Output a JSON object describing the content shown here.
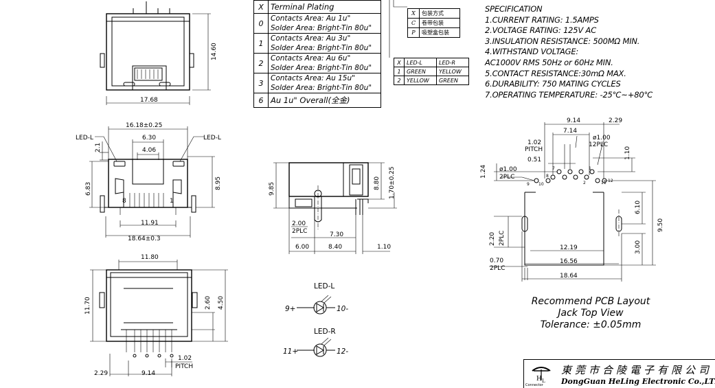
{
  "plating_table": {
    "header": {
      "code": "X",
      "label": "Terminal Plating"
    },
    "rows": [
      {
        "code": "0",
        "lines": [
          "Contacts Area: Au 1u\"",
          "Solder Area: Bright-Tin 80u\""
        ]
      },
      {
        "code": "1",
        "lines": [
          "Contacts Area: Au 3u\"",
          "Solder Area: Bright-Tin 80u\""
        ]
      },
      {
        "code": "2",
        "lines": [
          "Contacts Area: Au 6u\"",
          "Solder Area: Bright-Tin 80u\""
        ]
      },
      {
        "code": "3",
        "lines": [
          "Contacts Area: Au 15u\"",
          "Solder Area: Bright-Tin 80u\""
        ]
      },
      {
        "code": "6",
        "lines": [
          "Au 1u\" Overall(全金)"
        ]
      }
    ]
  },
  "packaging_table": {
    "rows": [
      {
        "code": "X",
        "label": "包装方式"
      },
      {
        "code": "C",
        "label": "卷带包装"
      },
      {
        "code": "P",
        "label": "吸塑盒包装"
      }
    ]
  },
  "led_table": {
    "header": [
      "X",
      "LED-L",
      "LED-R"
    ],
    "rows": [
      [
        "1",
        "GREEN",
        "YELLOW"
      ],
      [
        "2",
        "YELLOW",
        "GREEN"
      ]
    ]
  },
  "specification": {
    "title": "SPECIFICATION",
    "lines": [
      "1.CURRENT RATING: 1.5AMPS",
      "2.VOLTAGE RATING: 125V AC",
      "3.INSULATION RESISTANCE: 500MΩ MIN.",
      "4.WITHSTAND VOLTAGE:",
      "AC1000V RMS 50Hz or 60Hz MIN.",
      "5.CONTACT RESISTANCE:30mΩ MAX.",
      "6.DURABILITY: 750 MATING CYCLES",
      "7.OPERATING TEMPERATURE: -25℃~+80℃"
    ]
  },
  "dimensions": {
    "top_width": "17.68",
    "top_height": "14.60",
    "front_overall": "16.18±0.25",
    "front_630": "6.30",
    "front_406": "4.06",
    "front_21": "2.1",
    "front_683": "6.83",
    "front_895": "8.95",
    "front_1191": "11.91",
    "front_1864": "18.64±0.3",
    "led_l": "LED-L",
    "led_r": "LED-L",
    "pin_8": "8",
    "pin_1": "1",
    "bottom_1180": "11.80",
    "bottom_1170": "11.70",
    "bottom_260": "2.60",
    "bottom_450": "4.50",
    "bottom_102": "1.02",
    "bottom_pitch": "PITCH",
    "bottom_229": "2.29",
    "bottom_914": "9.14",
    "side_985": "9.85",
    "side_880": "8.80",
    "side_170": "1.70±0.25",
    "side_200": "2.00",
    "side_2plc": "2PLC",
    "side_730": "7.30",
    "side_600": "6.00",
    "side_840": "8.40",
    "side_110": "1.10",
    "pcb_914": "9.14",
    "pcb_229": "2.29",
    "pcb_714": "7.14",
    "pcb_102": "1.02",
    "pcb_pitch": "PITCH",
    "pcb_051": "0.51",
    "pcb_d100_12": "ø1.00",
    "pcb_12plc": "12PLC",
    "pcb_110": "1.10",
    "pcb_124": "1.24",
    "pcb_d100_2": "ø1.00",
    "pcb_2plc_a": "2PLC",
    "pcb_950": "9.50",
    "pcb_610": "6.10",
    "pcb_220": "2.20",
    "pcb_2plc_b": "2PLC",
    "pcb_1219": "12.19",
    "pcb_300": "3.00",
    "pcb_1656": "16.56",
    "pcb_070": "0.70",
    "pcb_2plc_c": "2PLC",
    "pcb_1864": "18.64",
    "pcb_pin_9": "9",
    "pcb_pin_10": "10",
    "pcb_pin_8": "8",
    "pcb_pin_7": "7",
    "pcb_pin_2": "2",
    "pcb_pin_1": "1",
    "pcb_pin_11": "11",
    "pcb_pin_12": "12"
  },
  "led_symbols": {
    "left": {
      "label": "LED-L",
      "plus": "9+",
      "minus": "10-"
    },
    "right": {
      "label": "LED-R",
      "plus": "11+",
      "minus": "12-"
    }
  },
  "pcb_caption": [
    "Recommend PCB Layout",
    "Jack Top View",
    "Tolerance: ±0.05mm"
  ],
  "company": {
    "name_cn": "東莞市合陵電子有限公司",
    "name_en": "DongGuan HeLing Electronic Co.,LTD",
    "logo_text": "Connector"
  }
}
